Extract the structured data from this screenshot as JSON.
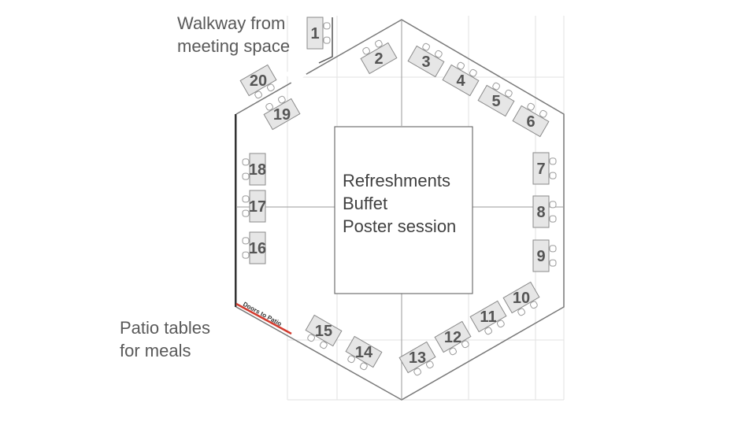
{
  "labels": {
    "walkway_line1": "Walkway from",
    "walkway_line2": "meeting space",
    "patio_line1": "Patio tables",
    "patio_line2": "for meals",
    "doors": "Doors to Patio"
  },
  "center": {
    "line1": "Refreshments",
    "line2": "Buffet",
    "line3": "Poster session"
  },
  "tables": [
    "1",
    "2",
    "3",
    "4",
    "5",
    "6",
    "7",
    "8",
    "9",
    "10",
    "11",
    "12",
    "13",
    "14",
    "15",
    "16",
    "17",
    "18",
    "19",
    "20"
  ],
  "colors": {
    "table_fill": "#e6e6e6",
    "table_stroke": "#8a8a8a",
    "hex_stroke": "#777777",
    "grid": "#e2e2e2",
    "door_accent": "#d23b2e"
  },
  "icons": {
    "chair": "chair-icon"
  }
}
